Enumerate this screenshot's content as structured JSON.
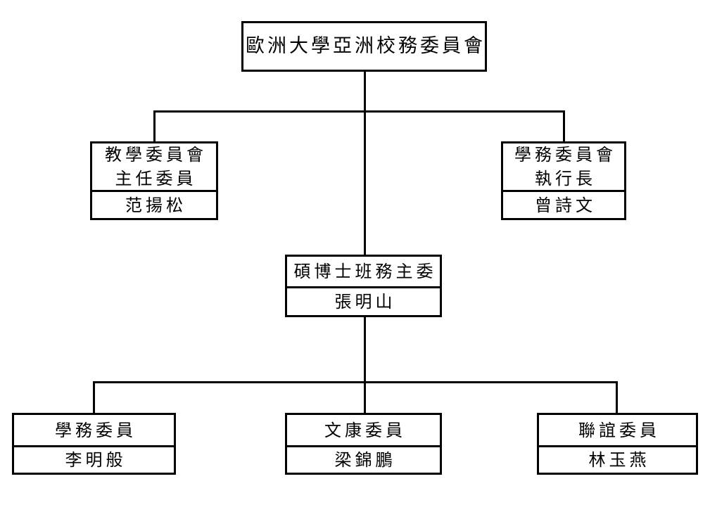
{
  "diagram_type": "org-chart",
  "colors": {
    "line": "#000000",
    "background": "#ffffff",
    "text": "#000000"
  },
  "org_chart": {
    "root": {
      "title": "歐洲大學亞洲校務委員會"
    },
    "level2": {
      "left": {
        "title_line1": "教學委員會",
        "title_line2": "主任委員",
        "person": "范揚松"
      },
      "right": {
        "title_line1": "學務委員會",
        "title_line2": "執行長",
        "person": "曾詩文"
      }
    },
    "level3": {
      "center": {
        "title": "碩博士班務主委",
        "person": "張明山"
      }
    },
    "level4": {
      "left": {
        "title": "學務委員",
        "person": "李明般"
      },
      "center": {
        "title": "文康委員",
        "person": "梁錦鵬"
      },
      "right": {
        "title": "聯誼委員",
        "person": "林玉燕"
      }
    }
  }
}
